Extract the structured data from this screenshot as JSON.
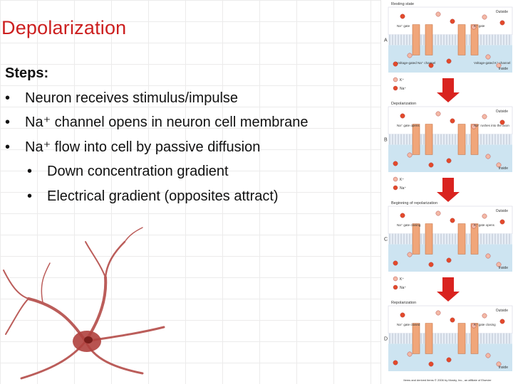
{
  "slide": {
    "title": "Depolarization",
    "steps_heading": "Steps:",
    "bullets": [
      {
        "text": "Neuron receives stimulus/impulse"
      },
      {
        "text": "Na⁺ channel opens in neuron cell membrane"
      },
      {
        "text": "Na⁺ flow into cell by passive diffusion"
      }
    ],
    "sub_bullets": [
      {
        "text": "Down concentration gradient"
      },
      {
        "text": "Electrical gradient (opposites attract)"
      }
    ]
  },
  "figure": {
    "panels": [
      {
        "letter": "A",
        "heading": "Resting state",
        "outside": "Outside",
        "inside": "Inside",
        "labels": [
          "Na⁺ gate",
          "K⁺ gate",
          "Voltage-gated Na⁺ channel",
          "Voltage-gated K⁺ channel"
        ]
      },
      {
        "letter": "B",
        "heading": "Depolarization",
        "outside": "Outside",
        "inside": "Inside",
        "labels": [
          "Na⁺ gate opens",
          "Na⁺ rushes into the axon"
        ]
      },
      {
        "letter": "C",
        "heading": "Beginning of repolarization",
        "outside": "Outside",
        "inside": "Inside",
        "labels": [
          "Na⁺ gate closing",
          "K⁺ gate opens"
        ]
      },
      {
        "letter": "D",
        "heading": "Repolarization",
        "outside": "Outside",
        "inside": "Inside",
        "labels": [
          "Na⁺ gate closed",
          "K⁺ gate closing"
        ]
      }
    ],
    "legend": {
      "k": "K⁺",
      "na": "Na⁺"
    },
    "credit": "Items and derived items © 2006 by Mosby, Inc., an affiliate of Elsevier"
  },
  "colors": {
    "title": "#cc1f1f",
    "arrow": "#d9231f",
    "outside": "#ffffff",
    "inside": "#cde4f1",
    "channel": "#f0a67a",
    "ion_na": "#e34a2b",
    "ion_k": "#f3b9a6",
    "neuron": "#b0413e"
  }
}
